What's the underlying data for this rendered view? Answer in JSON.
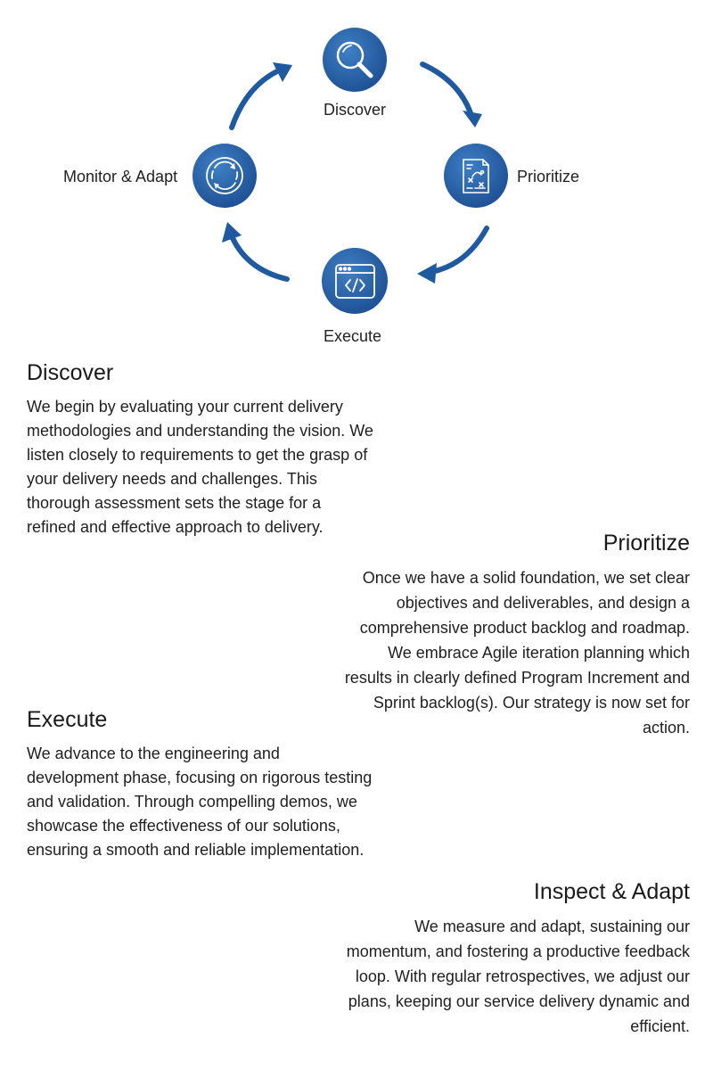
{
  "diagram": {
    "nodes": [
      {
        "id": "discover",
        "label": "Discover",
        "icon": "magnifier-icon"
      },
      {
        "id": "prioritize",
        "label": "Prioritize",
        "icon": "strategy-plan-icon"
      },
      {
        "id": "execute",
        "label": "Execute",
        "icon": "code-window-icon"
      },
      {
        "id": "monitor",
        "label": "Monitor & Adapt",
        "icon": "refresh-cycle-icon"
      }
    ],
    "colors": {
      "circle_light": "#3f7fc4",
      "circle_dark": "#1d4f93",
      "arrow": "#1f5aa0"
    }
  },
  "sections": {
    "discover": {
      "title": "Discover",
      "body": "We begin by evaluating your current delivery methodologies and understanding the vision. We listen closely to requirements to get the grasp of your delivery needs and challenges. This thorough assessment sets the stage for a refined and effective approach to delivery."
    },
    "prioritize": {
      "title": "Prioritize",
      "body": "Once we have a solid foundation, we set clear objectives and deliverables, and design a comprehensive product backlog and roadmap. We embrace Agile iteration planning which results in clearly defined Program Increment and Sprint backlog(s). Our strategy is now set for action."
    },
    "execute": {
      "title": "Execute",
      "body": "We advance to the engineering and development phase, focusing on rigorous testing and validation. Through compelling demos, we showcase the effectiveness of our solutions, ensuring a smooth and reliable implementation."
    },
    "inspect": {
      "title": "Inspect & Adapt",
      "body": "We measure and adapt, sustaining our momentum, and fostering a productive feedback loop. With regular retrospectives, we adjust our plans, keeping our service delivery dynamic and efficient."
    }
  }
}
